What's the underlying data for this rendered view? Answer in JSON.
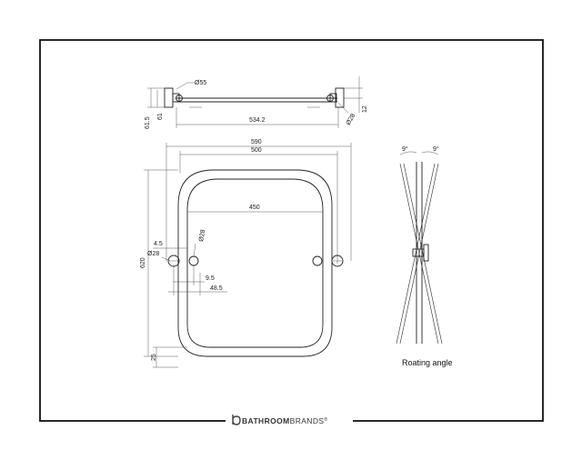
{
  "top_view": {
    "dims": [
      "Ø55",
      "61.5",
      "61",
      "534.2",
      "Ø28",
      "12"
    ]
  },
  "front_view": {
    "dims": [
      "590",
      "500",
      "450",
      "4.5",
      "Ø28",
      "Ø28",
      "620",
      "9.5",
      "48.5",
      "25"
    ]
  },
  "side_view": {
    "angle_left": "9°",
    "angle_right": "9°",
    "caption": "Roating angle"
  },
  "footer": {
    "brand_bold": "BATHROOM",
    "brand_light": "BRANDS",
    "brand_mark": "®",
    "logo_icon": "bathroombrands-b-logo"
  }
}
